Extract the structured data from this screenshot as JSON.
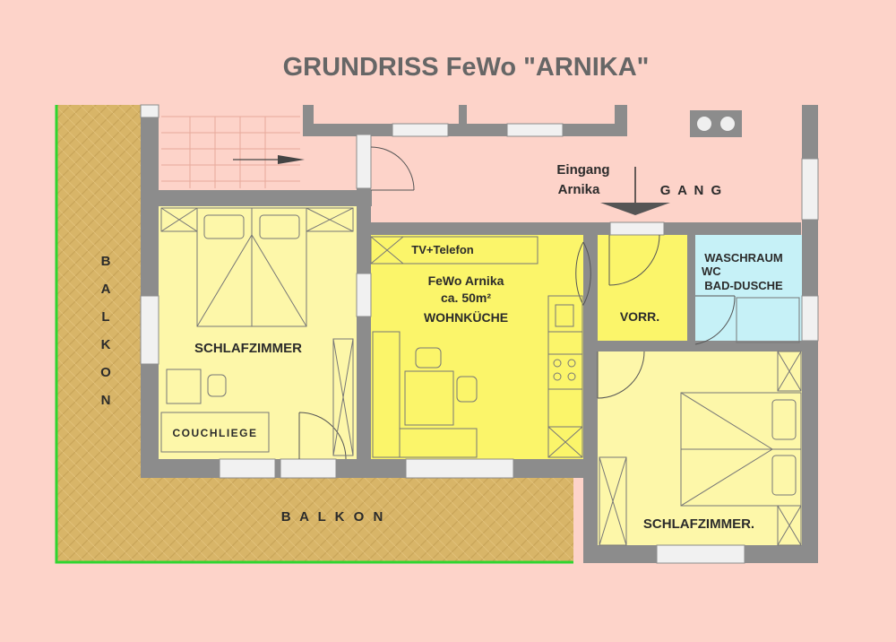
{
  "title": "GRUNDRISS FeWo \"ARNIKA\"",
  "rooms": {
    "bedroom_left": "SCHLAFZIMMER",
    "couch": "COUCHLIEGE",
    "living_line1": "FeWo Arnika",
    "living_line2": "ca. 50m²",
    "living_line3": "WOHNKÜCHE",
    "tv": "TV+Telefon",
    "hall": "VORR.",
    "bath_line1": "WASCHRAUM",
    "bath_line2": "WC",
    "bath_line3": "BAD-DUSCHE",
    "bedroom_right": "SCHLAFZIMMER."
  },
  "areas": {
    "balcony_side": "BALKON",
    "balcony_bottom": "B A L K O N",
    "corridor": "G A N G",
    "entrance_line1": "Eingang",
    "entrance_line2": "Arnika"
  },
  "colors": {
    "background": "#fdd3c9",
    "wall": "#8c8c8c",
    "bedroom": "#fdf7a9",
    "living": "#fbf56a",
    "bath": "#c6f1f7",
    "balcony": "#d8b568",
    "balcony_edge": "#2fd52f",
    "window": "#f1f1f1",
    "title": "#666666"
  }
}
